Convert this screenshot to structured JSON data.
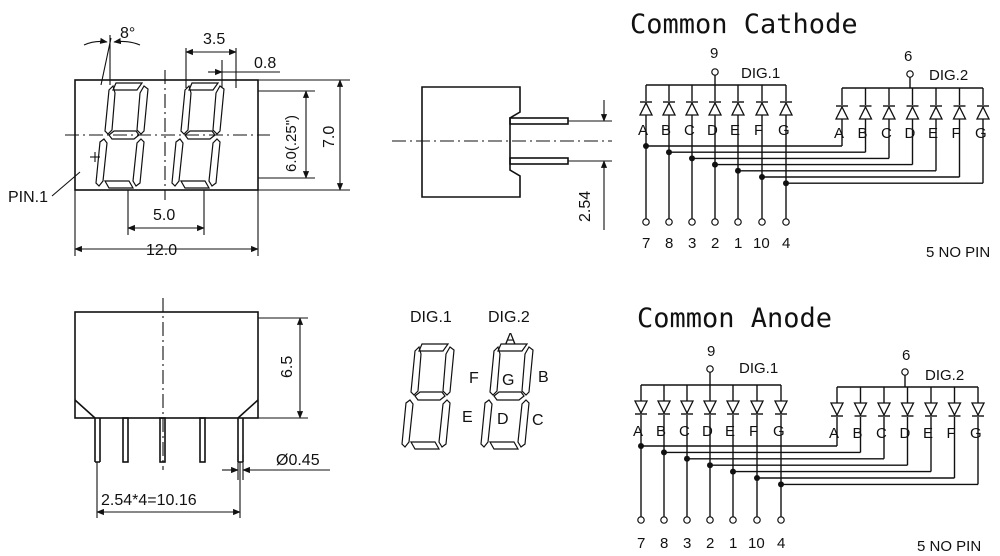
{
  "front_view": {
    "angle": "8°",
    "seg_width": "3.5",
    "seg_thick": "0.8",
    "digit_height": "6.0(.25\")",
    "height": "7.0",
    "pin_label": "PIN.1",
    "digit_pitch": "5.0",
    "width": "12.0"
  },
  "side_view": {
    "pin_pitch": "2.54"
  },
  "bottom_view": {
    "height": "6.5",
    "pin_dia": "Ø0.45",
    "pin_span": "2.54*4=10.16"
  },
  "segment_map": {
    "dig1": "DIG.1",
    "dig2": "DIG.2",
    "labels": {
      "a": "A",
      "b": "B",
      "c": "C",
      "d": "D",
      "e": "E",
      "f": "F",
      "g": "G"
    }
  },
  "common_cathode": {
    "title": "Common Cathode",
    "dig1_label": "DIG.1",
    "dig2_label": "DIG.2",
    "dig1_pin": "9",
    "dig2_pin": "6",
    "segments": [
      "A",
      "B",
      "C",
      "D",
      "E",
      "F",
      "G"
    ],
    "pins": [
      "7",
      "8",
      "3",
      "2",
      "1",
      "10",
      "4"
    ],
    "note": "5 NO PIN"
  },
  "common_anode": {
    "title": "Common Anode",
    "dig1_label": "DIG.1",
    "dig2_label": "DIG.2",
    "dig1_pin": "9",
    "dig2_pin": "6",
    "segments": [
      "A",
      "B",
      "C",
      "D",
      "E",
      "F",
      "G"
    ],
    "pins": [
      "7",
      "8",
      "3",
      "2",
      "1",
      "10",
      "4"
    ],
    "note": "5 NO PIN"
  }
}
